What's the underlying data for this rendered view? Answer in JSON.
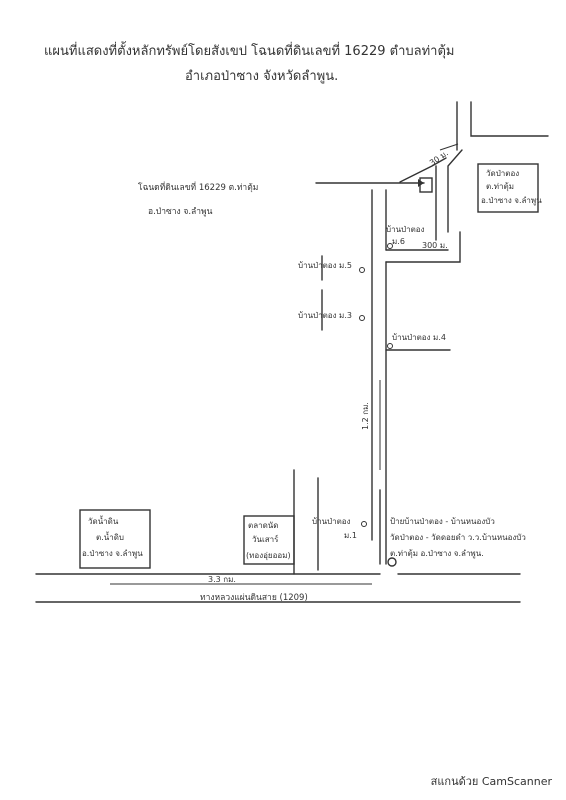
{
  "title": {
    "line1": "แผนที่แสดงที่ตั้งหลักทรัพย์โดยสังเขป  โฉนดที่ดินเลขที่ 16229  ตำบลท่าตุ้ม",
    "line2": "อำเภอป่าซาง  จังหวัดลำพูน."
  },
  "plot": {
    "line1": "โฉนดที่ดินเลขที่ 16229  ต.ท่าตุ้ม",
    "line2": "อ.ป่าซาง  จ.ลำพูน"
  },
  "distances": {
    "d30": "30 ม.",
    "d300": "300 ม.",
    "d1_2": "1.2 กม.",
    "d3_3": "3.3 กม."
  },
  "places": {
    "wat_pa_tong": [
      "วัดป่าตอง",
      "ต.ท่าตุ้ม",
      "อ.ป่าซาง จ.ลำพูน"
    ],
    "ban_pa_tong_6": [
      "บ้านป่าตอง",
      "ม.6"
    ],
    "ban_pa_tong_5": "บ้านป่าตอง ม.5",
    "ban_pa_tong_3": "บ้านป่าตอง ม.3",
    "ban_pa_tong_4": "บ้านป่าตอง ม.4",
    "ban_pa_tong_1": [
      "บ้านป่าตอง",
      "ม.1"
    ],
    "wat_nam_din": [
      "วัดน้ำดิน",
      "ต.น้ำดิบ",
      "อ.ป่าซาง จ.ลำพูน"
    ],
    "market": [
      "ตลาดนัด",
      "วันเสาร์",
      "(ทองอุ่ยออม)"
    ],
    "sign": [
      "ป้ายบ้านป่าตอง - บ้านหนองบัว",
      "วัดป่าตอง - วัดดอยดำ ว.ว.บ้านหนองบัว",
      "ต.ท่าตุ้ม อ.ป่าซาง จ.ลำพูน."
    ]
  },
  "road": {
    "name": "ทางหลวงแผ่นดินสาย (1209)"
  },
  "watermark": "สแกนด้วย CamScanner"
}
